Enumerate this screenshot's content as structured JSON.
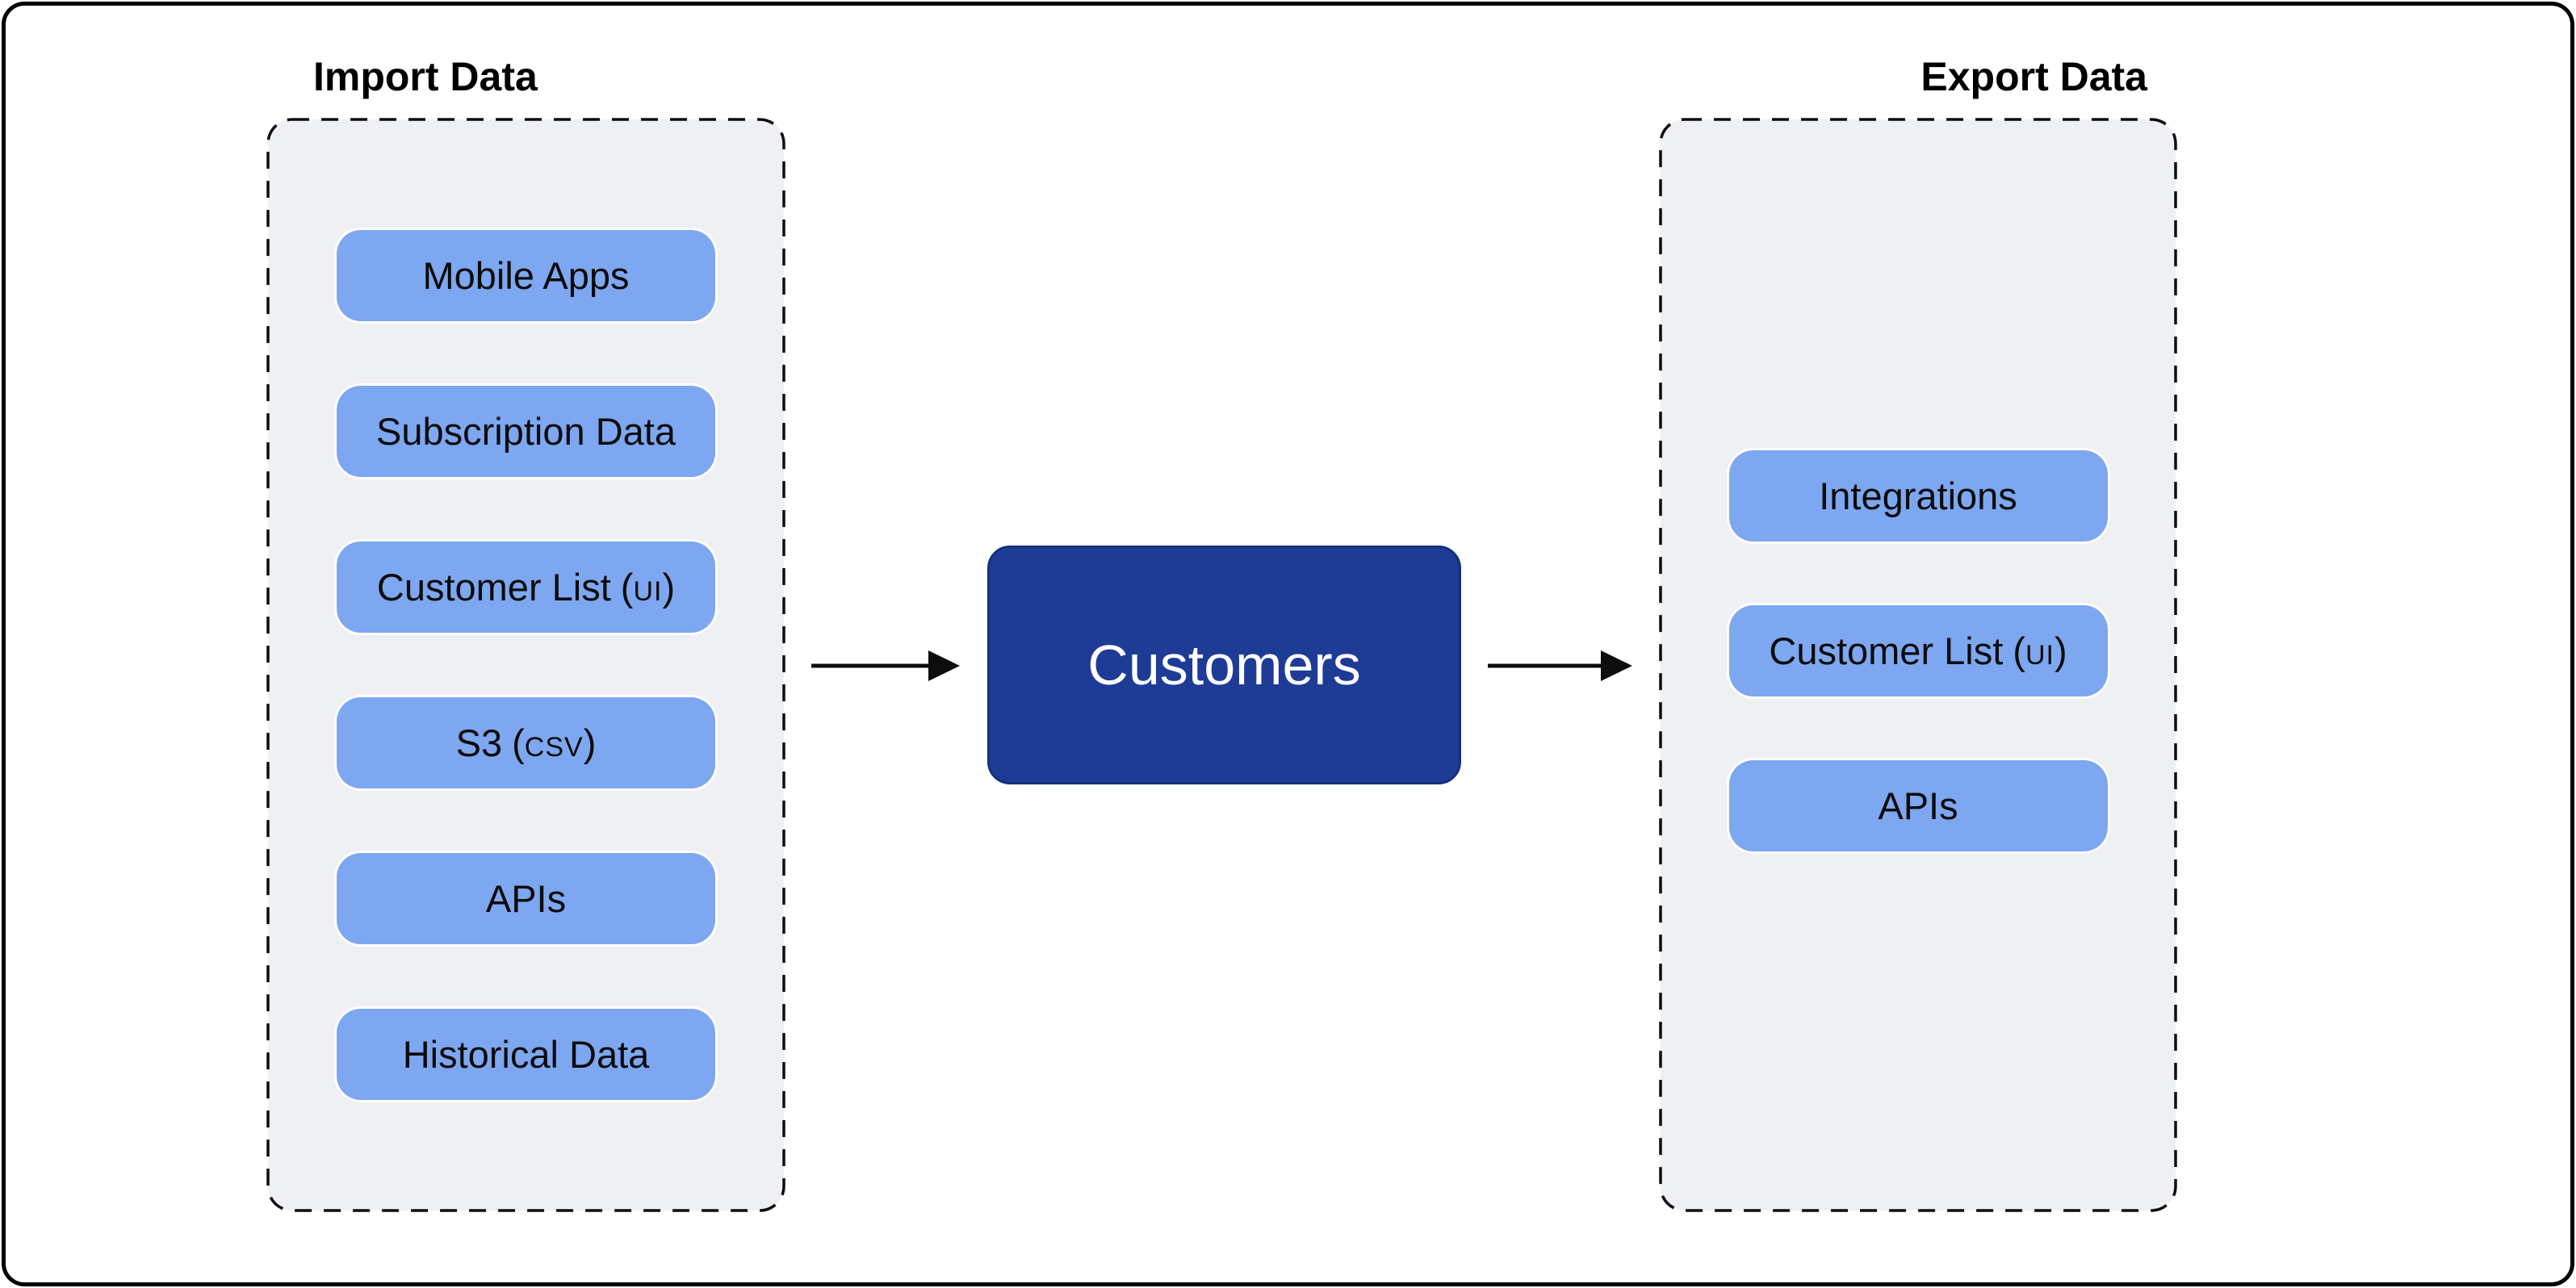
{
  "import_panel": {
    "title": "Import Data",
    "nodes": [
      {
        "label": "Mobile Apps",
        "suffix": ""
      },
      {
        "label": "Subscription Data",
        "suffix": ""
      },
      {
        "label": "Customer List",
        "suffix": "(UI)"
      },
      {
        "label": "S3",
        "suffix": "(CSV)"
      },
      {
        "label": "APIs",
        "suffix": ""
      },
      {
        "label": "Historical Data",
        "suffix": ""
      }
    ]
  },
  "export_panel": {
    "title": "Export Data",
    "nodes": [
      {
        "label": "Integrations",
        "suffix": ""
      },
      {
        "label": "Customer List",
        "suffix": "(UI)"
      },
      {
        "label": "APIs",
        "suffix": ""
      }
    ]
  },
  "center_node": {
    "label": "Customers"
  },
  "colors": {
    "node_fill": "#7DA7F0",
    "node_text": "#0B0B0B",
    "center_fill": "#1E3C96",
    "center_stroke": "#15307D",
    "center_text": "#FFFFFF",
    "panel_fill": "#EEF0F4",
    "outline": "#0D0D0D",
    "arrow": "#0D0D0D"
  }
}
